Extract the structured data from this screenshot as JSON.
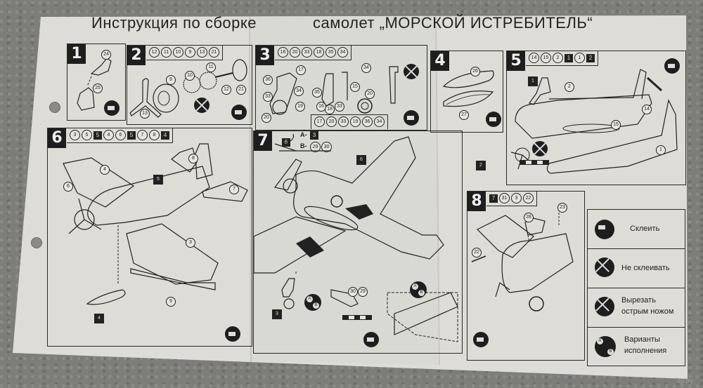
{
  "header": {
    "title_left": "Инструкция по сборке",
    "title_right": "самолет „МОРСКОЙ ИСТРЕБИТЕЛЬ“"
  },
  "steps": [
    {
      "number": "1",
      "parts": [],
      "labels": [
        "24",
        "25"
      ]
    },
    {
      "number": "2",
      "parts": [
        "12",
        "11",
        "10",
        "9",
        "13",
        "21"
      ],
      "labels": [
        "9",
        "10",
        "11",
        "12",
        "21",
        "13"
      ]
    },
    {
      "number": "3",
      "parts": [
        "16",
        "20",
        "33",
        "18",
        "35",
        "34"
      ],
      "parts_bottom": [
        "17",
        "20",
        "33",
        "19",
        "36",
        "34"
      ],
      "labels": [
        "17",
        "36",
        "33",
        "34",
        "19",
        "20",
        "35",
        "16",
        "18",
        "33",
        "15",
        "34",
        "20"
      ]
    },
    {
      "number": "4",
      "parts": [],
      "labels": [
        "26",
        "27"
      ]
    },
    {
      "number": "5",
      "parts": [
        "14",
        "15",
        "2",
        "1",
        "1",
        "2"
      ],
      "part_types": [
        "c",
        "c",
        "c",
        "b",
        "c",
        "b"
      ],
      "labels": [
        "1",
        "2",
        "14",
        "15",
        "1",
        "2"
      ]
    },
    {
      "number": "6",
      "parts": [
        "3",
        "5",
        "5",
        "4",
        "6",
        "5",
        "7",
        "8",
        "4"
      ],
      "part_types": [
        "c",
        "c",
        "b",
        "c",
        "c",
        "b",
        "c",
        "c",
        "b"
      ],
      "labels": [
        "8",
        "4",
        "6",
        "5",
        "7",
        "3",
        "9",
        "4"
      ]
    },
    {
      "number": "7",
      "variant_base": "6",
      "variant_a_label": "A-",
      "variant_a_part": "3",
      "variant_b_label": "B-",
      "variant_b_parts": [
        "29",
        "30"
      ],
      "labels": [
        "6",
        "3",
        "30",
        "29"
      ]
    },
    {
      "number": "8",
      "parts": [
        "7",
        "31",
        "3",
        "22"
      ],
      "part_types": [
        "b",
        "c",
        "c",
        "c"
      ],
      "labels": [
        "28",
        "23",
        "22"
      ]
    }
  ],
  "legend": [
    {
      "icon": "glue-icon",
      "text": "Склеить"
    },
    {
      "icon": "no-glue-icon",
      "text": "Не склеивать"
    },
    {
      "icon": "cut-knife-icon",
      "text_line1": "Вырезать",
      "text_line2": "острым ножом"
    },
    {
      "icon": "variants-ab-icon",
      "text_line1": "Варианты",
      "text_line2": "исполнения",
      "a": "A",
      "b": "B"
    }
  ],
  "watermark": "ay.by"
}
